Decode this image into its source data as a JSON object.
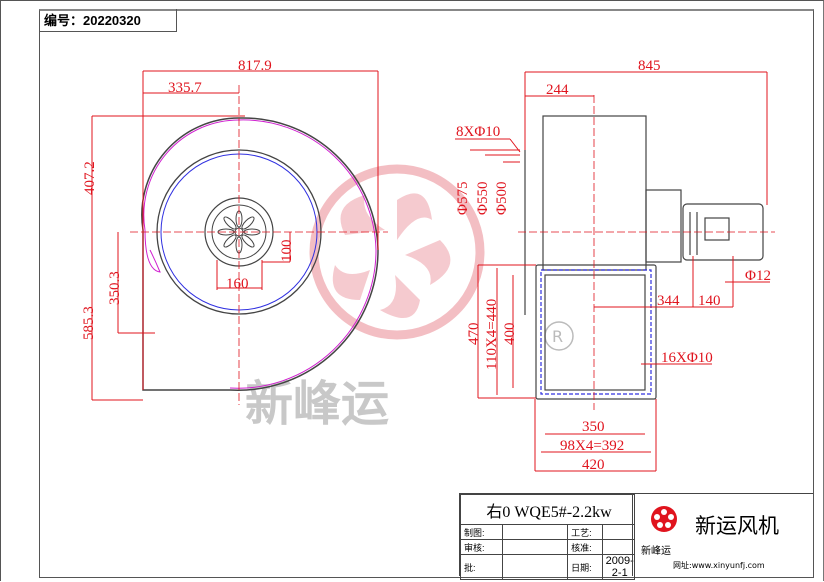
{
  "document": {
    "code_label": "编号：20220320",
    "watermark_text": "新峰运",
    "registered_mark": "®"
  },
  "front_view": {
    "dimensions": {
      "overall_width": "817.9",
      "center_offset": "335.7",
      "top_height": "407.2",
      "outlet_height": "350.3",
      "bottom_height": "585.3",
      "motor_base_width": "160",
      "motor_base_height": "100"
    }
  },
  "side_view": {
    "dimensions": {
      "overall_length": "845",
      "inlet_depth": "244",
      "inlet_holes": "8XΦ10",
      "dia_575": "Φ575",
      "dia_550": "Φ550",
      "dia_500": "Φ500",
      "motor_hole": "Φ12",
      "base_offset": "344",
      "base_spacing": "140",
      "flange_outer_height": "470",
      "flange_hole_pitch_v": "110X4=440",
      "flange_inner_height": "400",
      "flange_holes": "16XΦ10",
      "outlet_width": "350",
      "flange_hole_pitch_h": "98X4=392",
      "flange_outer_width": "420"
    }
  },
  "title_block": {
    "model": "右0 WQE5#-2.2kw",
    "labels": {
      "drawn": "制图:",
      "process": "工艺:",
      "reviewed": "审核:",
      "approved": "核准:",
      "approver": "批:",
      "date_label": "日期:"
    },
    "date": "2009-2-1",
    "brand_name": "新运风机",
    "brand_small": "新峰运",
    "website": "网址:www.xinyunfj.com"
  },
  "colors": {
    "dimension": "#e0141e",
    "outline": "#444444",
    "casing": "#d020d0",
    "bolt_circle": "#3030e0",
    "watermark_red": "#f2b8bd",
    "watermark_gray": "#c8c8c8"
  }
}
